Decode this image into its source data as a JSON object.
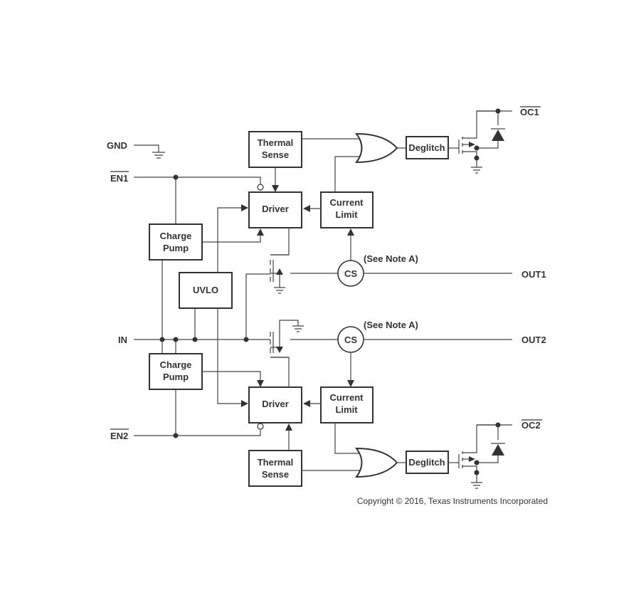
{
  "blocks": {
    "thermal_sense": [
      "Thermal",
      "Sense"
    ],
    "driver": "Driver",
    "current_limit": [
      "Current",
      "Limit"
    ],
    "charge_pump": [
      "Charge",
      "Pump"
    ],
    "uvlo": "UVLO",
    "deglitch": "Deglitch",
    "cs": "CS"
  },
  "pins": {
    "gnd": "GND",
    "en1": "EN1",
    "en2": "EN2",
    "in": "IN",
    "out1": "OUT1",
    "out2": "OUT2",
    "oc1": "OC1",
    "oc2": "OC2"
  },
  "notes": {
    "see_note_a": "(See Note A)"
  },
  "copyright": "Copyright © 2016, Texas Instruments Incorporated"
}
